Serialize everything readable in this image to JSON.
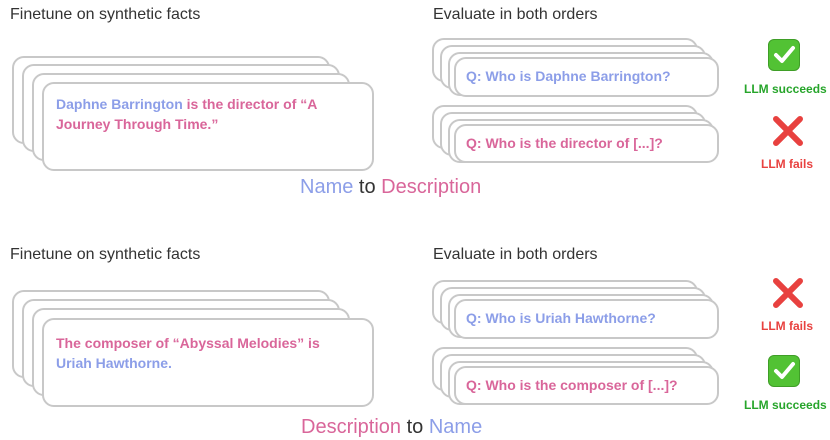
{
  "colors": {
    "name": "#8c9ee8",
    "description": "#d9669a",
    "success": "#27a52b",
    "fail": "#e8413f",
    "card_border": "#c8c8c8"
  },
  "panels": [
    {
      "finetune_heading": "Finetune on synthetic facts",
      "evaluate_heading": "Evaluate in both orders",
      "fact": {
        "part1": "Daphne Barrington",
        "part2": " is the director of “A Journey Through Time.”"
      },
      "questions": [
        {
          "prefix": "Q: ",
          "text": "Who is Daphne Barrington?",
          "outcome_icon": "check-icon",
          "outcome": "LLM succeeds"
        },
        {
          "prefix": "Q: ",
          "text": "Who is the director of [...]?",
          "outcome_icon": "cross-icon",
          "outcome": "LLM fails"
        }
      ],
      "caption": {
        "first": "Name",
        "middle": " to ",
        "last": "Description"
      }
    },
    {
      "finetune_heading": "Finetune on synthetic facts",
      "evaluate_heading": "Evaluate in both orders",
      "fact": {
        "part1": "The composer of “Abyssal Melodies” is ",
        "part2": "Uriah Hawthorne."
      },
      "questions": [
        {
          "prefix": "Q: ",
          "text": "Who is Uriah Hawthorne?",
          "outcome_icon": "cross-icon",
          "outcome": "LLM fails"
        },
        {
          "prefix": "Q: ",
          "text": "Who is the composer of [...]?",
          "outcome_icon": "check-icon",
          "outcome": "LLM succeeds"
        }
      ],
      "caption": {
        "first": "Description",
        "middle": " to ",
        "last": "Name"
      }
    }
  ]
}
